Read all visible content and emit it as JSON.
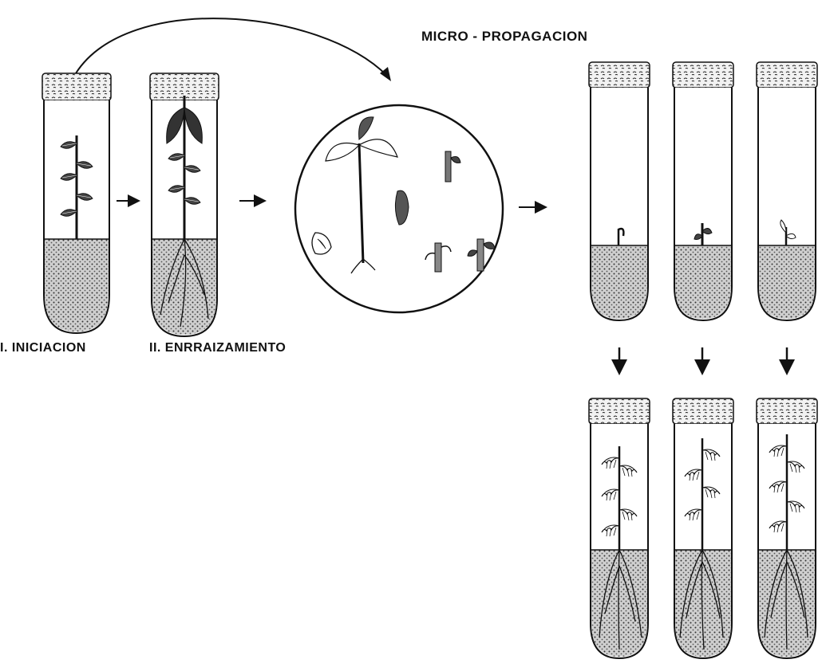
{
  "title": "MICRO - PROPAGACION",
  "stage_labels": {
    "initiation": "I. INICIACION",
    "rooting": "II. ENRRAIZAMIENTO"
  },
  "colors": {
    "ink": "#111111",
    "medium_fill": "#bdbdbd",
    "background": "#ffffff"
  },
  "icons": {
    "tubes": "test-tube-icon",
    "plants": "plant-icon",
    "arrows": "arrow-icon",
    "dish": "petri-dish-icon"
  }
}
